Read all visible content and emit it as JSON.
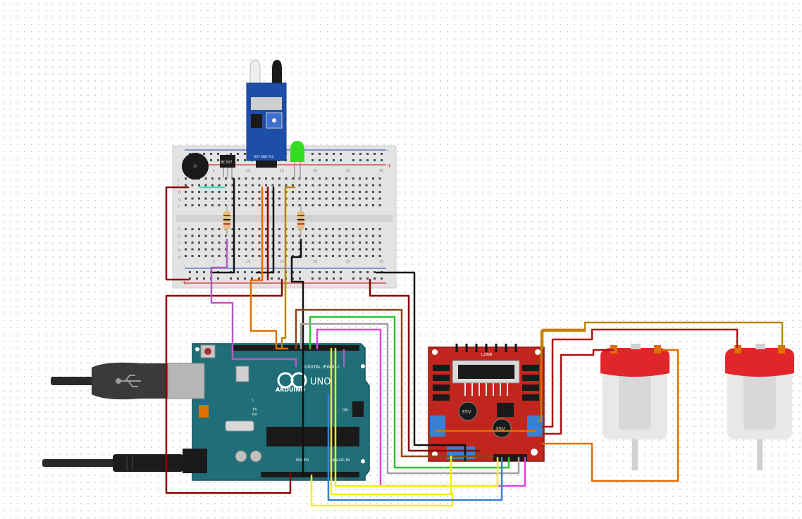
{
  "components": {
    "arduino": {
      "brand": "ARDUINO",
      "model": "UNO",
      "digital_label": "DIGITAL (PWM~)",
      "analog_label": "ANALOG IN",
      "power_label": "POWER",
      "tx_label": "TX",
      "rx_label": "RX",
      "l_label": "L",
      "on_label": "ON"
    },
    "transistor": {
      "label": "BC337"
    },
    "ir_sensor": {
      "pin_labels": "OUT GND VCC"
    },
    "motor_driver": {
      "chip_label": "L298N",
      "cap_label_1": "35V",
      "cap_label_2": "35V"
    },
    "breadboard": {
      "col_labels": [
        "1",
        "5",
        "10",
        "15",
        "20",
        "25",
        "30"
      ],
      "row_labels_top": [
        "J",
        "I",
        "H",
        "G",
        "F"
      ],
      "row_labels_bottom": [
        "E",
        "D",
        "C",
        "B",
        "A"
      ],
      "plus": "+",
      "minus": "-"
    }
  },
  "wire_colors": {
    "red": "#8b0000",
    "black": "#111111",
    "orange": "#e07000",
    "yellow": "#f2f200",
    "green": "#2ec52e",
    "gray": "#a0a0a0",
    "magenta": "#e040e0",
    "brown": "#8b4513",
    "gold": "#b8860b",
    "blue": "#3b7fd0",
    "violet": "#b05cc0",
    "teal": "#40e0c0"
  }
}
